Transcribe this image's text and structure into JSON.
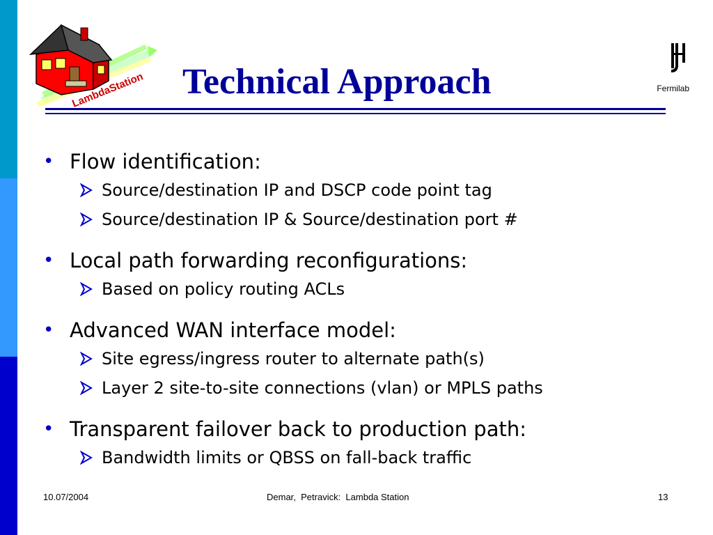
{
  "title": "Technical Approach",
  "logo": {
    "text": "LambdaStation"
  },
  "brand": {
    "name": "Fermilab"
  },
  "bullets": [
    {
      "text": "Flow identification:",
      "subs": [
        "Source/destination IP and DSCP code point tag",
        "Source/destination IP & Source/destination port #"
      ]
    },
    {
      "text": "Local path forwarding reconfigurations:",
      "subs": [
        "Based on policy routing ACLs"
      ]
    },
    {
      "text": "Advanced WAN interface model:",
      "subs": [
        "Site egress/ingress router to alternate path(s)",
        "Layer 2 site-to-site connections (vlan) or MPLS paths"
      ]
    },
    {
      "text": "Transparent failover back to production path:",
      "subs": [
        "Bandwidth limits or QBSS on fall-back traffic"
      ]
    }
  ],
  "footer": {
    "date": "10.07/2004",
    "center": "Demar,  Petravick:  Lambda Station",
    "page": "13"
  },
  "colors": {
    "title": "#000099",
    "bullet": "#0000cc",
    "sidebar": [
      "#0099cc",
      "#3399ff",
      "#0000cc"
    ]
  }
}
